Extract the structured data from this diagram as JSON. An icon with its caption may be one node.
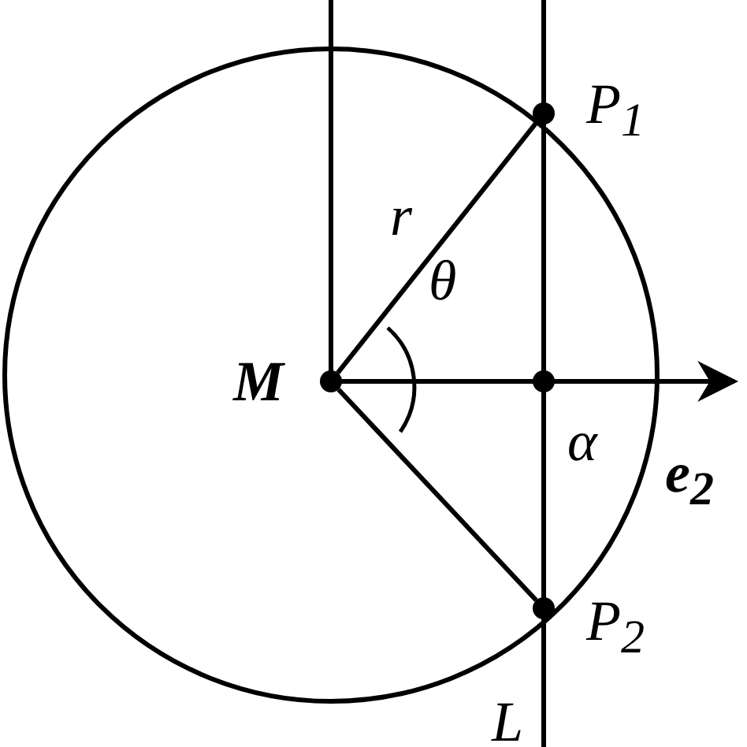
{
  "diagram": {
    "nodes": [
      {
        "text": [
          "M"
        ]
      },
      {
        "text": [
          "P$_{1}$"
        ]
      },
      {
        "text": [
          "P$_{2}$"
        ]
      }
    ],
    "edges": [
      {
        "from": 0,
        "to": 1,
        "arrow": "none",
        "label": "r"
      },
      {
        "from": 0,
        "to": 2,
        "arrow": "none"
      }
    ],
    "labels": [
      "θ",
      "α",
      "e$_{2}$",
      "L"
    ]
  }
}
